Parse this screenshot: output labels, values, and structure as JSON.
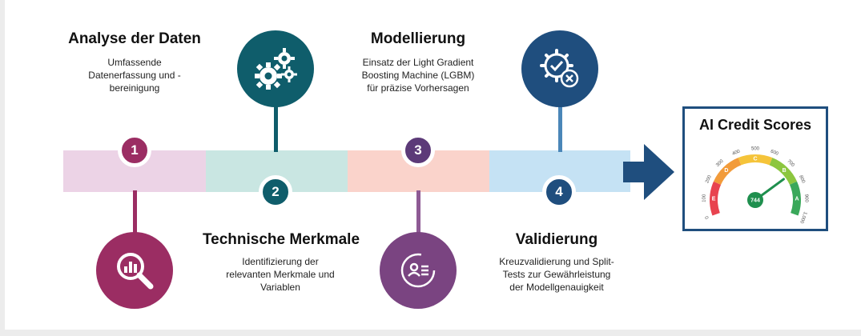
{
  "steps": [
    {
      "number": "1",
      "title": "Analyse der Daten",
      "description": "Umfassende\nDatenerfassung und -\nbereinigung",
      "icon": "magnifier-chart-icon"
    },
    {
      "number": "2",
      "title": "Technische Merkmale",
      "description": "Identifizierung der\nrelevanten Merkmale und\nVariablen",
      "icon": "gears-icon"
    },
    {
      "number": "3",
      "title": "Modellierung",
      "description": "Einsatz der Light Gradient\nBoosting Machine (LGBM)\nfür präzise Vorhersagen",
      "icon": "id-card-icon"
    },
    {
      "number": "4",
      "title": "Validierung",
      "description": "Kreuzvalidierung und Split-\nTests zur Gewährleistung\nder Modellgenauigkeit",
      "icon": "gear-check-cross-icon"
    }
  ],
  "result": {
    "title": "AI Credit Scores",
    "gauge": {
      "scale_labels": [
        "0",
        "100",
        "200",
        "300",
        "400",
        "500",
        "600",
        "700",
        "800",
        "900",
        "1,000"
      ],
      "band_letters": [
        "E",
        "D",
        "C",
        "B",
        "A"
      ],
      "value": 744,
      "value_label": "744",
      "colors": {
        "E": "#e8434f",
        "D": "#f29b3a",
        "C": "#f5c43a",
        "B": "#8cc63f",
        "A": "#3aa85a",
        "needle": "#1f8f4e"
      }
    }
  },
  "colors": {
    "step1": "#9b2d63",
    "step2": "#0f5d6b",
    "step3": "#5c3a78",
    "step4": "#1f4e7e",
    "arrow": "#1f4e7e"
  }
}
